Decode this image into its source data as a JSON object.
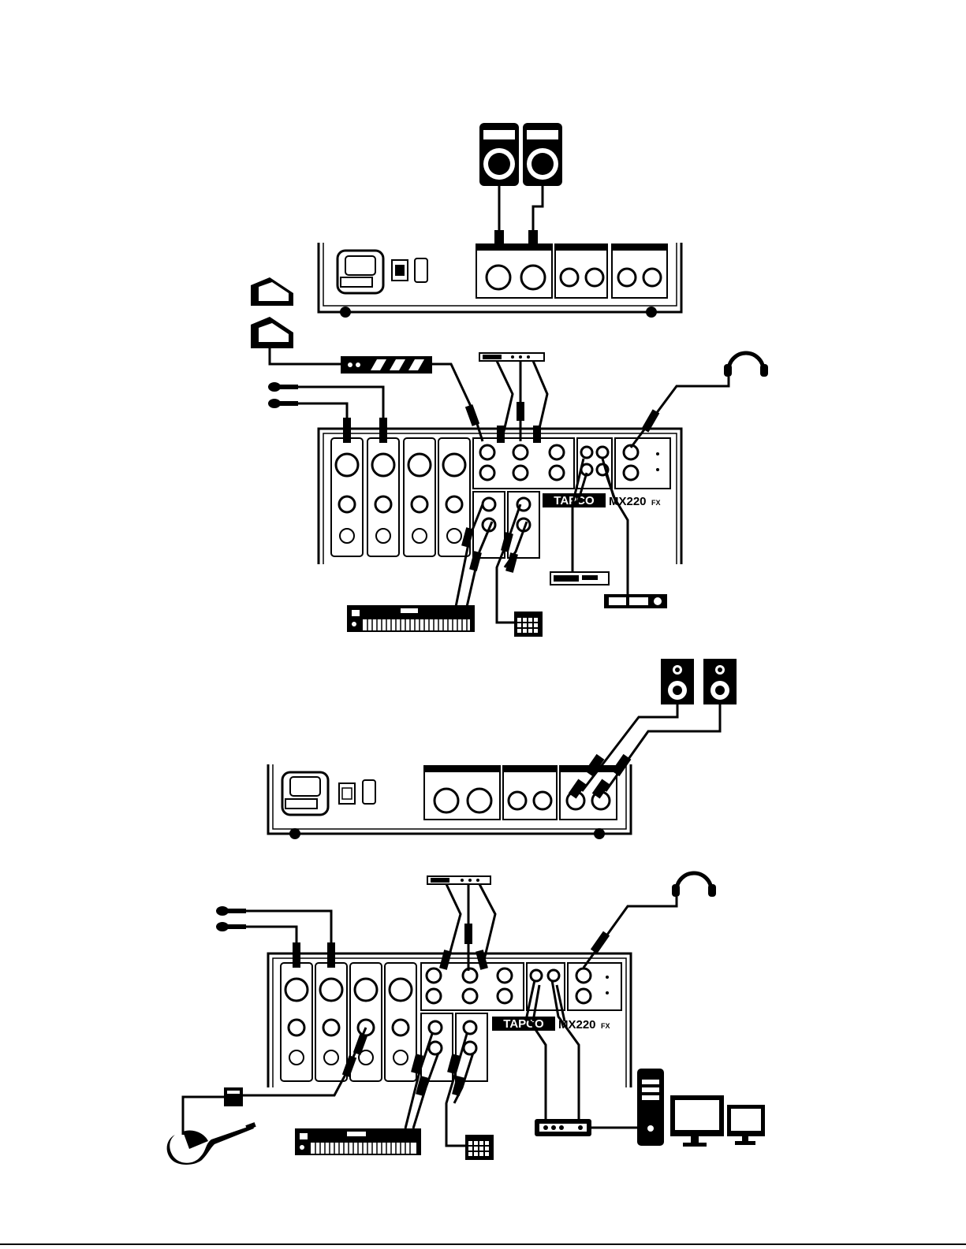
{
  "diagrams": [
    {
      "id": "live-setup",
      "brand": "TAPCO",
      "model": "MX220",
      "model_suffix": "FX",
      "outputs_to": [
        "main-speakers",
        "stage-monitors",
        "headphones"
      ],
      "sources": [
        "microphone",
        "microphone",
        "keyboard",
        "drum-machine",
        "effects-processor",
        "rack-processor",
        "graphic-eq"
      ]
    },
    {
      "id": "studio-setup",
      "brand": "TAPCO",
      "model": "MX220",
      "model_suffix": "FX",
      "outputs_to": [
        "studio-monitors",
        "headphones"
      ],
      "sources": [
        "microphone",
        "microphone",
        "guitar",
        "keyboard",
        "drum-machine",
        "audio-interface",
        "computer"
      ]
    }
  ],
  "colors": {
    "ink": "#000000",
    "paper": "#ffffff"
  },
  "icons": [
    "pa-speaker-icon",
    "wedge-monitor-icon",
    "microphone-icon",
    "headphones-icon",
    "keyboard-icon",
    "drum-machine-icon",
    "rack-unit-icon",
    "guitar-icon",
    "studio-monitor-icon",
    "computer-tower-icon",
    "computer-monitor-icon",
    "di-box-icon"
  ]
}
